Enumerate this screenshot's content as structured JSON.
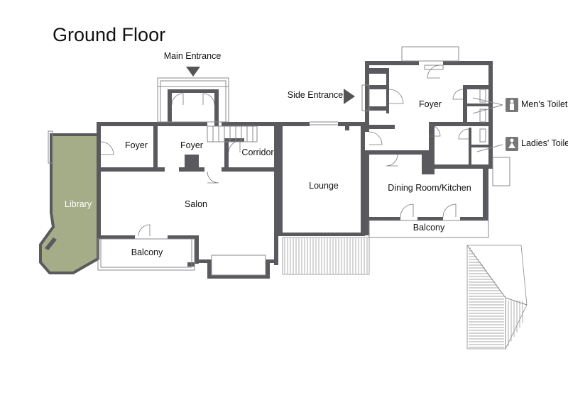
{
  "title": "Ground Floor",
  "labels": {
    "main_entrance": "Main Entrance",
    "side_entrance": "Side Entrance",
    "mens_toilet": "Men's Toilet",
    "ladies_toilet": "Ladies' Toilet"
  },
  "rooms": {
    "library": "Library",
    "foyer_left": "Foyer",
    "foyer_center": "Foyer",
    "corridor": "Corridor",
    "salon": "Salon",
    "balcony_left": "Balcony",
    "lounge": "Lounge",
    "foyer_right": "Foyer",
    "dining_kitchen": "Dining Room/Kitchen",
    "balcony_right": "Balcony"
  },
  "colors": {
    "wall": "#5a5a5e",
    "library_fill": "#a4ac88",
    "accent_arrow": "#555555",
    "toilet_icon_bg": "#777777"
  },
  "icons": [
    "arrow-down-icon",
    "arrow-right-icon",
    "man-icon",
    "woman-icon"
  ]
}
